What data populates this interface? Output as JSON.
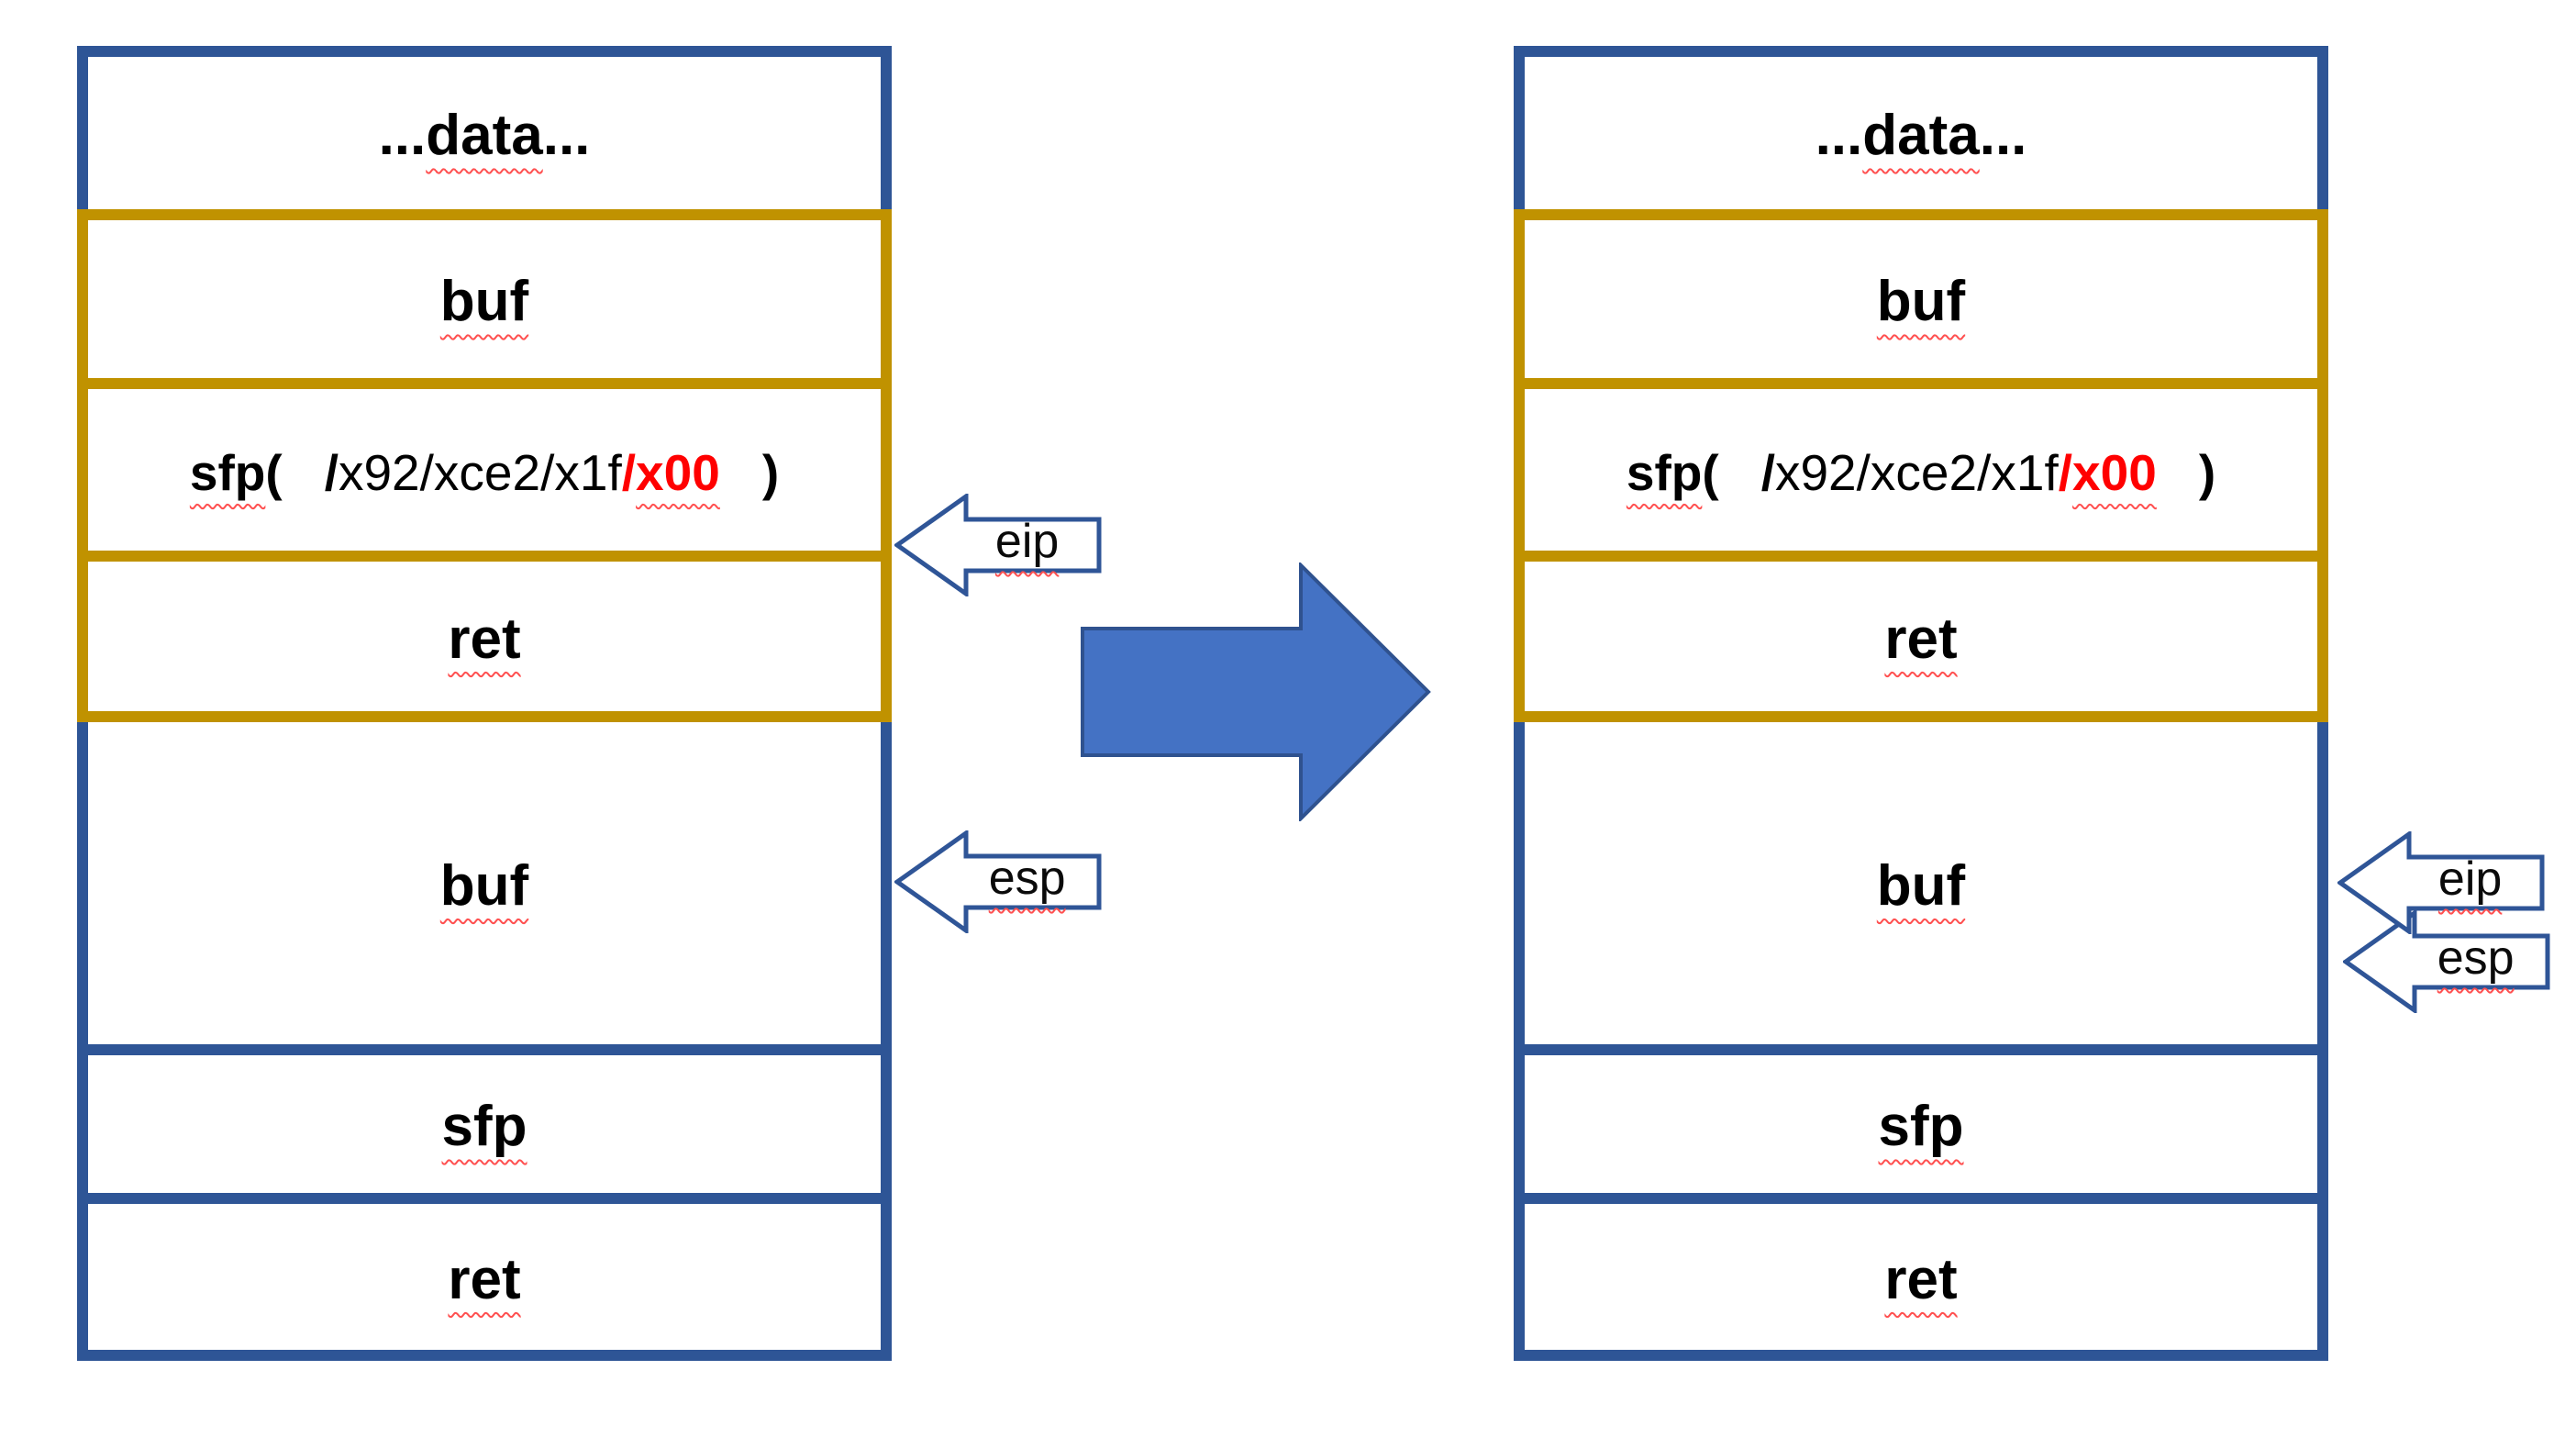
{
  "colors": {
    "box_blue": "#2E5596",
    "box_gold": "#C09200",
    "big_arrow_fill": "#4472C4",
    "big_arrow_stroke": "#2F528F",
    "null_byte_red": "#FF0000",
    "squiggle_red": "#FF5050",
    "pointer_outline_blue": "#2F5597"
  },
  "left_stack": {
    "rows": [
      {
        "prefix": "...",
        "word": "data",
        "suffix": "..."
      },
      {
        "word": "buf"
      },
      {
        "sfp": "sfp",
        "open": "(",
        "slash1": "/",
        "hex": "x92/xce2/x1f",
        "slash2": "/",
        "null_byte": "x00",
        "close": ")"
      },
      {
        "word": "ret"
      },
      {
        "word": "buf"
      },
      {
        "word": "sfp"
      },
      {
        "word": "ret"
      }
    ],
    "pointers": [
      {
        "label": "eip"
      },
      {
        "label": "esp"
      }
    ]
  },
  "right_stack": {
    "rows": [
      {
        "prefix": "...",
        "word": "data",
        "suffix": "..."
      },
      {
        "word": "buf"
      },
      {
        "sfp": "sfp",
        "open": "(",
        "slash1": "/",
        "hex": "x92/xce2/x1f",
        "slash2": "/",
        "null_byte": "x00",
        "close": ")"
      },
      {
        "word": "ret"
      },
      {
        "word": "buf"
      },
      {
        "word": "sfp"
      },
      {
        "word": "ret"
      }
    ],
    "pointers": [
      {
        "label": "eip"
      },
      {
        "label": "esp"
      }
    ]
  }
}
